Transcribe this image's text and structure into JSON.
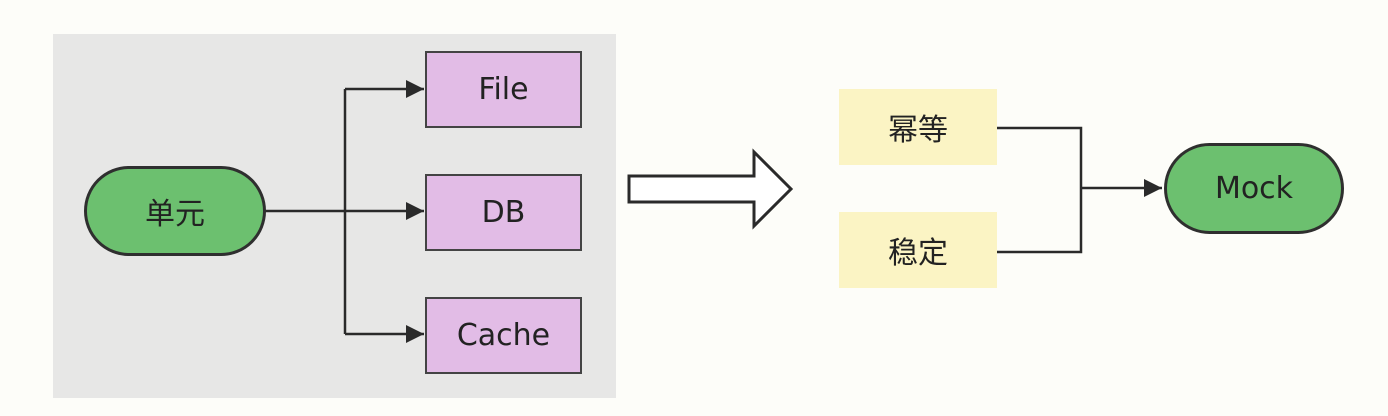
{
  "left_group": {
    "unit_label": "单元",
    "deps": [
      "File",
      "DB",
      "Cache"
    ]
  },
  "right_group": {
    "properties": [
      "幂等",
      "稳定"
    ],
    "mock_label": "Mock"
  },
  "colors": {
    "pill_fill": "#6cc06f",
    "dep_fill": "#e2bce6",
    "note_fill": "#fbf4c4",
    "group_bg": "#e7e7e6",
    "line": "#2a2a2a"
  },
  "icons": {
    "transform_arrow": "hollow-right-arrow"
  }
}
